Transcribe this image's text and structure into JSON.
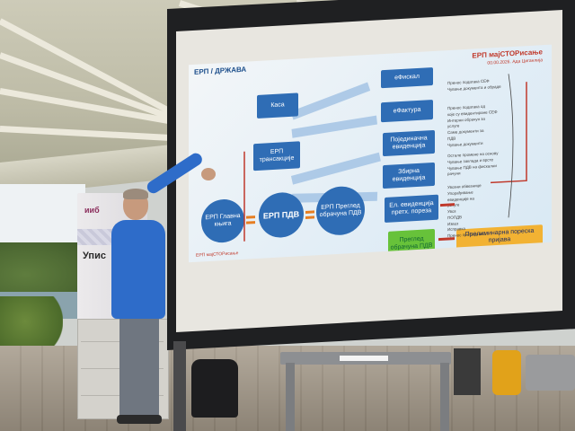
{
  "banner": {
    "logo": "ииб",
    "text": "Упис"
  },
  "slide": {
    "title": "ЕРП / ДРЖАВА",
    "heading": "ЕРП мајСТОРисање",
    "subheading": "00.00.2026. Ада Циганлија",
    "boxes": {
      "kasa": "Каса",
      "erp_transakcije": "ЕРП трансакције",
      "efiskal": "еФискал",
      "efaktura": "еФактура",
      "pojedinacna": "Појединачна евиденција",
      "zbirna": "Збирна евиденција",
      "el_evidencija": "Ел. евиденција претх. пореза"
    },
    "circles": {
      "glavna_knjiga": "ЕРП Главна књига",
      "pdv": "ЕРП ПДВ",
      "pregled": "ЕРП Преглед обрачуна ПДВ"
    },
    "green_box": "Преглед обрачуна ПДВ",
    "orange_box": "Прелиминарна пореска пријава",
    "notes_top": "Пренос података СЕФ\nЧување документа и обраде",
    "notes_mid": "Пренос података од\nкоје су евидентиране СЕФ\nИнтерни обрачун за\nуслуге\nСаме документи за\nПДВ\nЧување документи",
    "notes_mid2": "Остале промене на основу\nЧување заклада и врсте\nЧување ПДВ на фискални\nрачуни",
    "notes_bottom": "Увозни обвезнице\nУпорађивање\nевиденције на\nуслуге\nУвоз\nПОПДВ\nИзвоз\nИсправка\nПренос претходника",
    "logo": "ЕРП мајСТОРисање"
  },
  "colors": {
    "box_blue": "#2f6db5",
    "green": "#67c23a",
    "orange": "#f2b233",
    "accent_red": "#c0392b",
    "shirt_blue": "#2e6cc9"
  }
}
